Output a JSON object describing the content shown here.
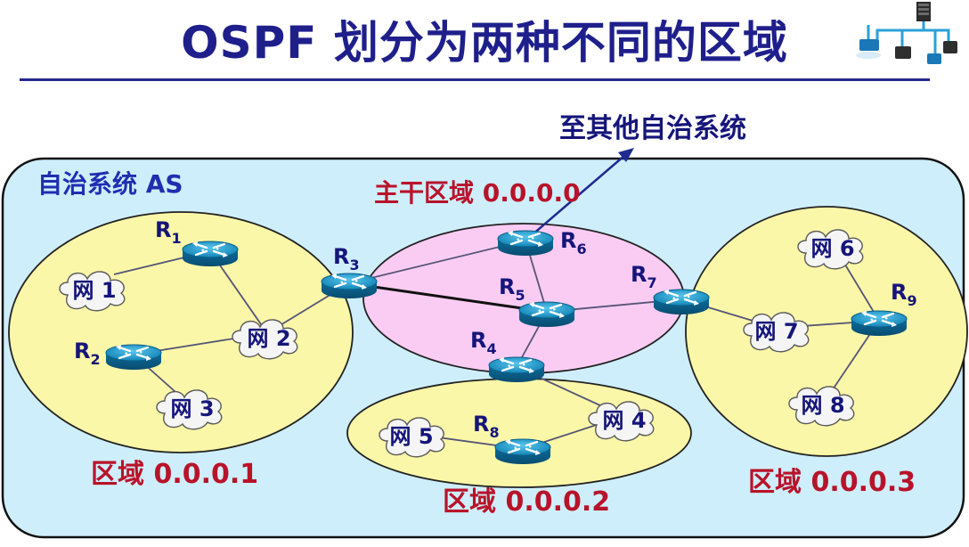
{
  "title": "OSPF 划分为两种不同的区域",
  "external_label": "至其他自治系统",
  "as_label": "自治系统 AS",
  "areas": {
    "backbone": "主干区域 0.0.0.0",
    "area1": "区域 0.0.0.1",
    "area2": "区域 0.0.0.2",
    "area3": "区域 0.0.0.3"
  },
  "routers": {
    "r1": "R1",
    "r2": "R2",
    "r3": "R3",
    "r4": "R4",
    "r5": "R5",
    "r6": "R6",
    "r7": "R7",
    "r8": "R8",
    "r9": "R9"
  },
  "networks": {
    "n1": "网 1",
    "n2": "网 2",
    "n3": "网 3",
    "n4": "网 4",
    "n5": "网 5",
    "n6": "网 6",
    "n7": "网 7",
    "n8": "网 8"
  },
  "colors": {
    "as_fill": "#cfeefb",
    "area_fill": "#fbf7a8",
    "backbone_fill": "#fbccf3",
    "router_blue": "#1592c4",
    "title_color": "#1f1f8c",
    "label_blue": "#1f2fb0",
    "label_red": "#b8132a"
  }
}
